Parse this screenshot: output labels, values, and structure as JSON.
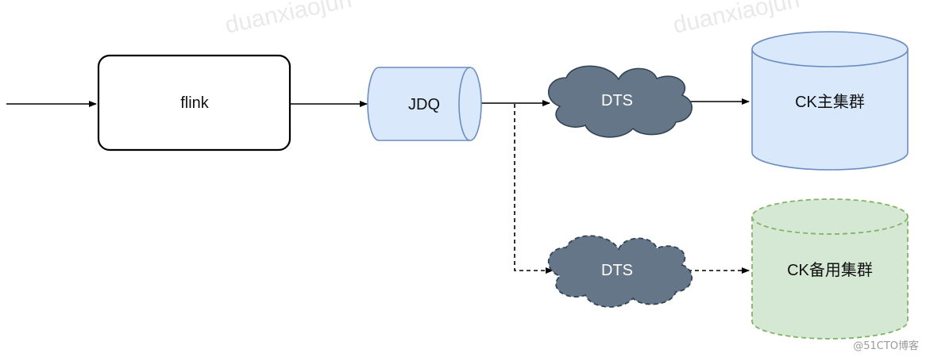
{
  "diagram": {
    "nodes": {
      "flink": {
        "label": "flink",
        "shape": "rounded-rectangle",
        "fill": "#ffffff",
        "stroke": "#000000"
      },
      "jdq": {
        "label": "JDQ",
        "shape": "horizontal-cylinder",
        "fill": "#dae8fc",
        "stroke": "#6c8ebf"
      },
      "dts_primary": {
        "label": "DTS",
        "shape": "cloud",
        "fill": "#647687",
        "stroke": "#314354"
      },
      "dts_backup": {
        "label": "DTS",
        "shape": "cloud",
        "fill": "#647687",
        "stroke": "#314354",
        "border": "dashed"
      },
      "ck_primary": {
        "label": "CK主集群",
        "shape": "cylinder",
        "fill": "#dae8fc",
        "stroke": "#6c8ebf"
      },
      "ck_backup": {
        "label": "CK备用集群",
        "shape": "cylinder",
        "fill": "#d5e8d4",
        "stroke": "#82b366",
        "border": "dashed"
      }
    },
    "edges": [
      {
        "from": "input",
        "to": "flink",
        "style": "solid"
      },
      {
        "from": "flink",
        "to": "jdq",
        "style": "solid"
      },
      {
        "from": "jdq",
        "to": "dts_primary",
        "style": "solid"
      },
      {
        "from": "dts_primary",
        "to": "ck_primary",
        "style": "solid"
      },
      {
        "from": "jdq",
        "to": "dts_backup",
        "style": "dashed"
      },
      {
        "from": "dts_backup",
        "to": "ck_backup",
        "style": "dashed"
      }
    ]
  },
  "watermark": {
    "text": "duanxiaojun"
  },
  "credit": {
    "text": "@51CTO博客"
  }
}
